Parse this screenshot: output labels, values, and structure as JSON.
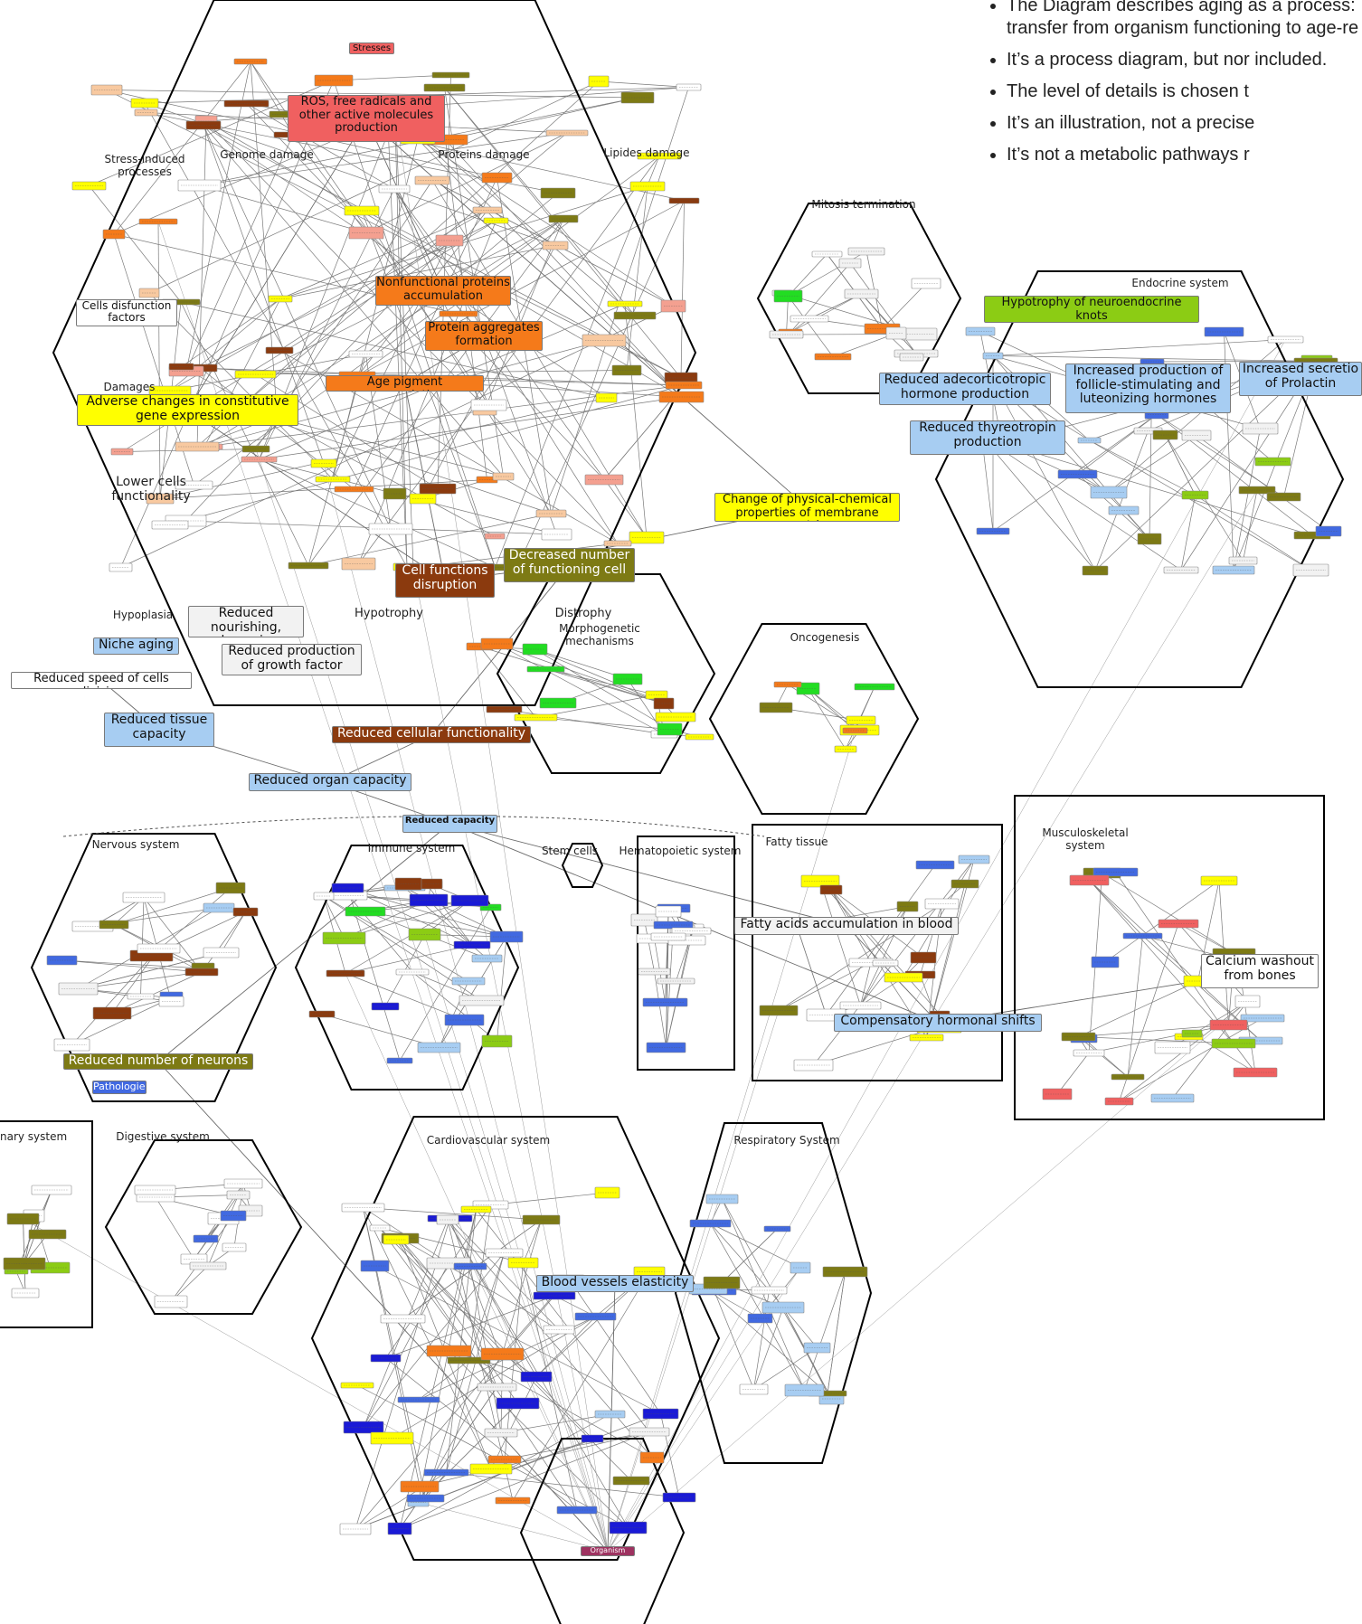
{
  "notes": [
    "The Diagram describes aging as a process: transfer from organism functioning to age-re",
    "It’s a process diagram, but nor included.",
    "The level of details is chosen t",
    "It’s an illustration, not a precise",
    "It’s not a metabolic pathways r"
  ],
  "colors": {
    "red": "#f06060",
    "salmon": "#f4a090",
    "peach": "#f8c9a0",
    "orange": "#f57a1a",
    "yellow": "#ffff00",
    "brown": "#8b3a0e",
    "olive": "#7d7a14",
    "lime": "#8ccc14",
    "lightblue": "#a7cdf2",
    "blue": "#4169e1",
    "navy": "#1a1ad6",
    "green": "#22dd22",
    "gray": "#f2f2f2",
    "white": "#ffffff",
    "cyan": "#33e6e6",
    "plum": "#9e3260"
  },
  "sections": {
    "mitosis": "Mitosis termination",
    "endocrine": "Endocrine system",
    "oncogenesis": "Oncogenesis",
    "nervous": "Nervous system",
    "immune": "Immune system",
    "stem": "Stem cells",
    "hemato": "Hematopoietic system",
    "fatty": "Fatty tissue",
    "musculo": "Musculoskeletal\nsystem",
    "urinary": "nary system",
    "digestive": "Digestive system",
    "cardio": "Cardiovascular system",
    "respiratory": "Respiratory System"
  },
  "labels": {
    "stress_induced": "Stress-induced\nprocesses",
    "genome_damage": "Genome damage",
    "proteins_damage": "Proteins damage",
    "lipides_damage": "Lipides damage",
    "damages": "Damages",
    "lower_cells": "Lower cells\nfunctionality",
    "hypoplasia": "Hypoplasia",
    "hypotrophy": "Hypotrophy",
    "distrophy": "Distrophy",
    "morphogenetic": "Morphogenetic mechanisms"
  },
  "nodes": {
    "stresses": "Stresses",
    "ros": "ROS, free radicals and\nother active molecules\nproduction",
    "cells_disfunction": "Cells disfunction\nfactors",
    "adverse": "Adverse changes in constitutive\ngene expression",
    "nonfunctional": "Nonfunctional proteins\naccumulation",
    "aggregates": "Protein aggregates\nformation",
    "age_pigment": "Age pigment accumulation",
    "membrane_matrix": "Change of physical-chemical\nproperties of membrane matrix",
    "cell_functions": "Cell functions\ndisruption",
    "decreased_number": "Decreased number\nof functioning cell",
    "reduced_nourishing": "Reduced nourishing,\nhypoxia",
    "niche_aging": "Niche aging",
    "reduced_growth": "Reduced production\nof growth factor",
    "reduced_speed": "Reduced speed of cells division",
    "reduced_tissue": "Reduced tissue\ncapacity",
    "reduced_cellular": "Reduced cellular functionality",
    "reduced_organ": "Reduced organ capacity",
    "reduced_capacity": "Reduced capacity",
    "hypotrophy_neuro": "Hypotrophy of neuroendocrine knots\n(in hypothalamus and brain stem)",
    "reduced_adrenocortico": "Reduced adecorticotropic\nhormone production",
    "increased_fsh": "Increased production of\nfollicle-stimulating and\nluteonizing hormones",
    "increased_prolactin": "Increased secretio\nof Prolactin",
    "reduced_thyreotropin": "Reduced thyreotropin\nproduction",
    "fatty_acids": "Fatty acids accumulation in blood",
    "compensatory": "Compensatory hormonal shifts",
    "calcium_washout": "Calcium washout\nfrom bones",
    "reduced_neurons": "Reduced number of neurons",
    "pathologies": "Pathologies",
    "blood_vessels": "Blood vessels elasticity",
    "organism_death": "Organism death"
  }
}
